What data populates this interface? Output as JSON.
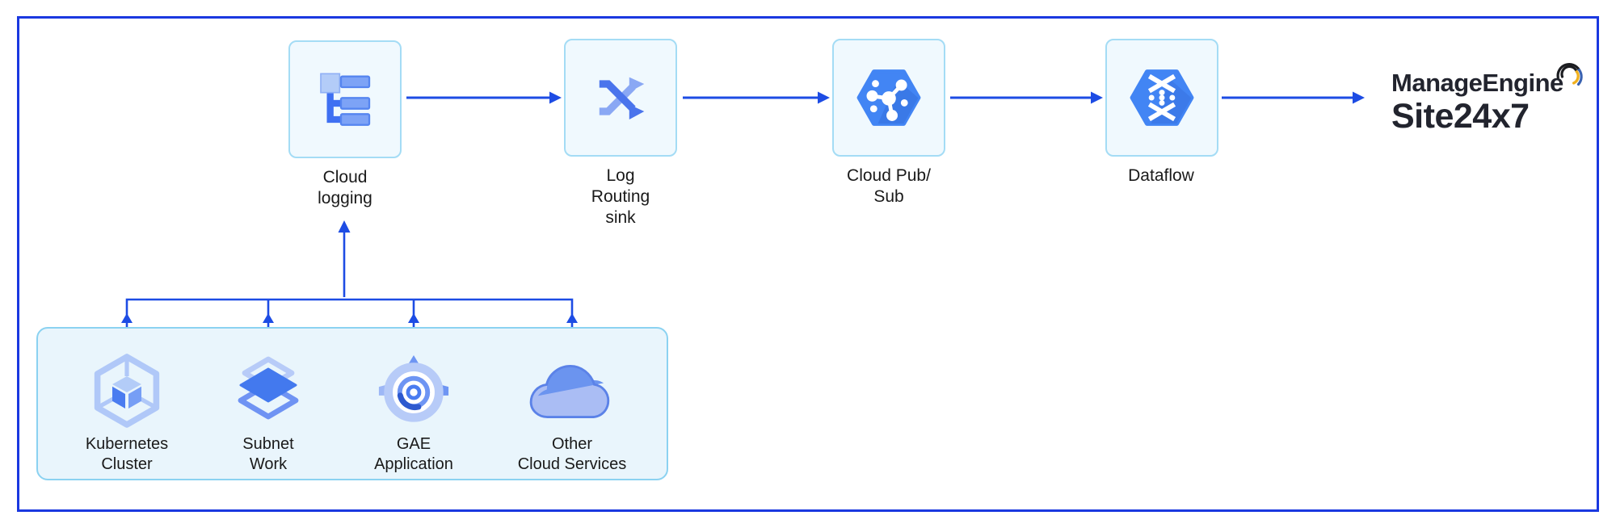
{
  "palette": {
    "arrow_blue": "#1d4ce4",
    "frame_border": "#1a38e0",
    "node_fill": "#f0f9fe",
    "node_border": "#a4dcf5",
    "group_fill": "#e9f5fc",
    "group_border": "#8bd2f1",
    "label_text": "#1a1a1a",
    "gcp_blue": "#4285f4",
    "gcp_blue_medium": "#6e95f3",
    "gcp_blue_pale": "#b3ccf8",
    "logo_text": "#22242e",
    "swoosh_blue": "#3a62b0",
    "swoosh_yellow": "#f0b01e"
  },
  "pipeline": {
    "nodes": [
      {
        "id": "cloud-logging",
        "icon": "cloud-logging-icon",
        "label_lines": [
          "Cloud",
          "logging"
        ]
      },
      {
        "id": "log-routing-sink",
        "icon": "shuffle-icon",
        "label_lines": [
          "Log",
          "Routing",
          "sink"
        ]
      },
      {
        "id": "cloud-pub-sub",
        "icon": "pubsub-hexagon-icon",
        "label_lines": [
          "Cloud Pub/",
          "Sub"
        ]
      },
      {
        "id": "dataflow",
        "icon": "dataflow-hexagon-icon",
        "label_lines": [
          "Dataflow"
        ]
      }
    ]
  },
  "sources": {
    "items": [
      {
        "id": "kubernetes-cluster",
        "icon": "kubernetes-cluster-icon",
        "label_lines": [
          "Kubernetes",
          "Cluster"
        ]
      },
      {
        "id": "subnet-work",
        "icon": "subnet-layers-icon",
        "label_lines": [
          "Subnet",
          "Work"
        ]
      },
      {
        "id": "gae-application",
        "icon": "app-engine-icon",
        "label_lines": [
          "GAE",
          "Application"
        ]
      },
      {
        "id": "other-cloud-services",
        "icon": "cloud-icon",
        "label_lines": [
          "Other",
          "Cloud Services"
        ]
      }
    ]
  },
  "logo": {
    "brand_bold": "Manage",
    "brand_regular": "Engine",
    "product": "Site24x7"
  }
}
